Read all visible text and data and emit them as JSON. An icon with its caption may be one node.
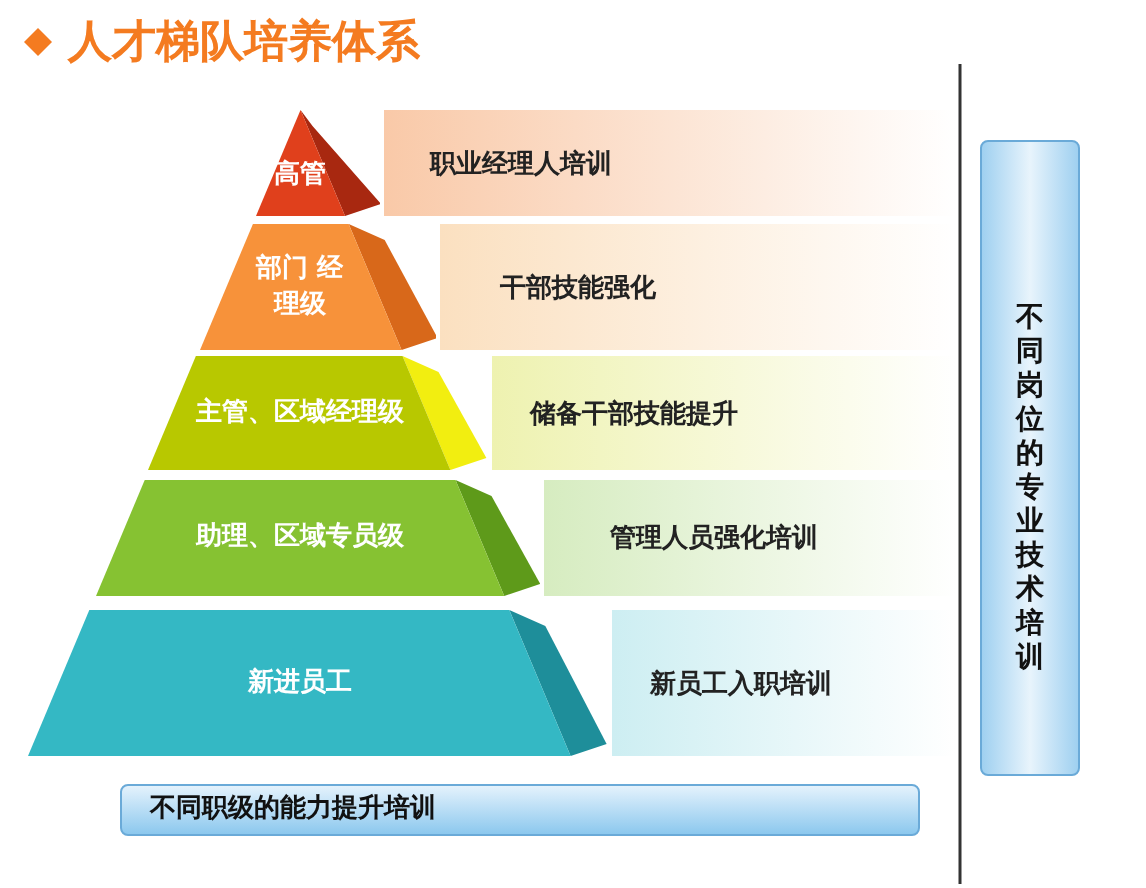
{
  "diagram": {
    "title": "人才梯队培养体系",
    "nodes": [
      {
        "text": [
          "高管"
        ]
      },
      {
        "text": [
          "部门 经理级"
        ]
      },
      {
        "text": [
          "主管、区域经理级"
        ]
      },
      {
        "text": [
          "助理、区域专员级"
        ]
      },
      {
        "text": [
          "新进员工"
        ]
      },
      {
        "text": [
          "职业经理人培训"
        ]
      },
      {
        "text": [
          "干部技能强化"
        ]
      },
      {
        "text": [
          "储备干部技能提升"
        ]
      },
      {
        "text": [
          "管理人员强化培训"
        ]
      },
      {
        "text": [
          "新员工入职培训"
        ]
      },
      {
        "text": [
          "不同岗位的专业技术培训"
        ]
      },
      {
        "text": [
          "不同职级的能力提升培训"
        ]
      }
    ]
  }
}
